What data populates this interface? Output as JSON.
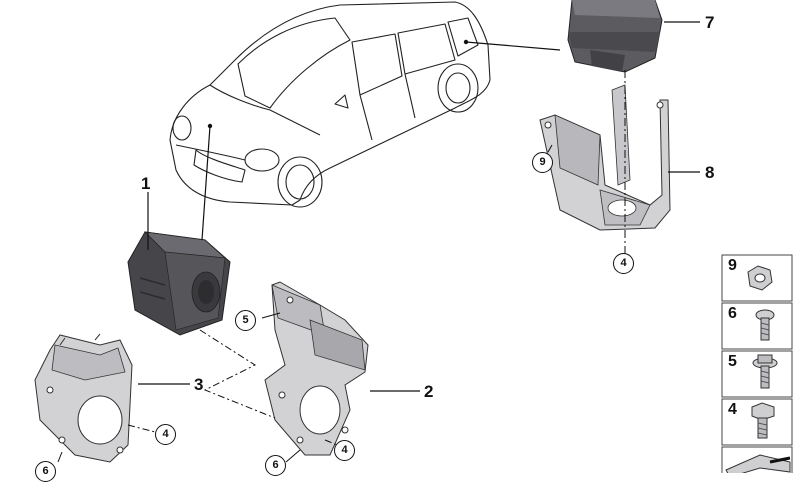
{
  "callouts": {
    "c1": "1",
    "c2": "2",
    "c3": "3",
    "c7": "7",
    "c8": "8",
    "circ9_bracket": "9",
    "circ4_top": "4",
    "circ5": "5",
    "circ4_left": "4",
    "circ6_left": "6",
    "circ4_mid": "4",
    "circ6_mid": "6"
  },
  "fasteners_panel": {
    "items": [
      {
        "num": "9",
        "part": "hex nut with flange"
      },
      {
        "num": "6",
        "part": "torx screw"
      },
      {
        "num": "5",
        "part": "screw with washer"
      },
      {
        "num": "4",
        "part": "hex bolt"
      }
    ]
  },
  "colors": {
    "line": "#111111",
    "module_dark": "#46464a",
    "module_mid": "#6a6a70",
    "metal_light": "#d2d2d4",
    "metal_mid": "#b0b0b4",
    "panel_border": "#444444"
  }
}
